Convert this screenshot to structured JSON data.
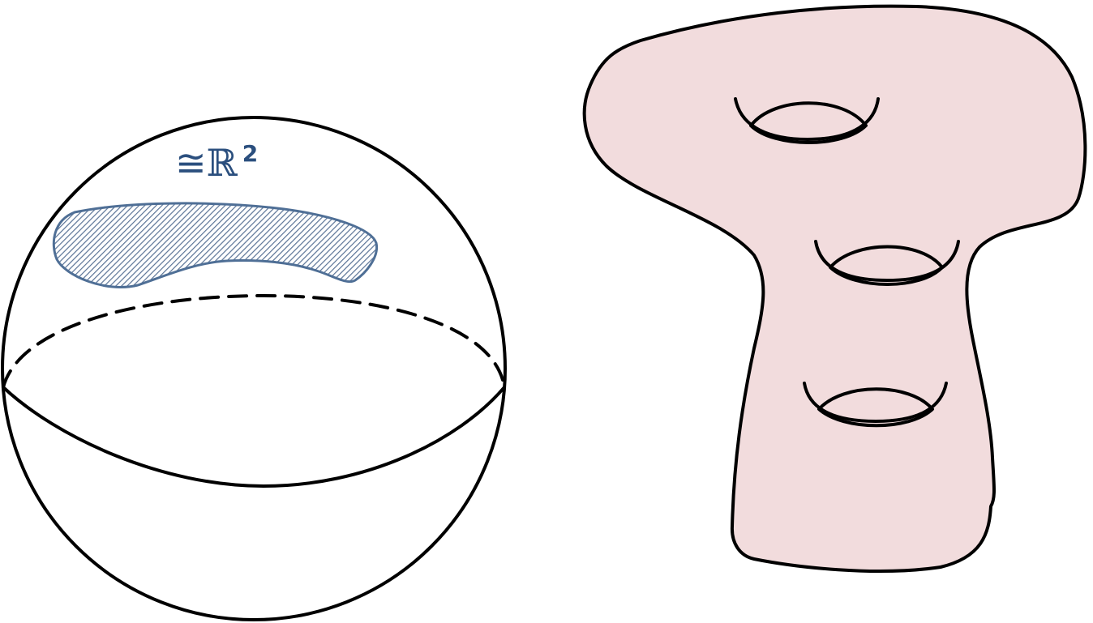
{
  "diagram": {
    "sphere": {
      "chart_label": {
        "symbol": "≅ℝ",
        "exponent": "2"
      },
      "chart_color": "#2b4f7e",
      "chart_fill": "#c9d4e2"
    },
    "genus_surface": {
      "fill_color": "#f2dcdd",
      "holes": 3
    }
  }
}
